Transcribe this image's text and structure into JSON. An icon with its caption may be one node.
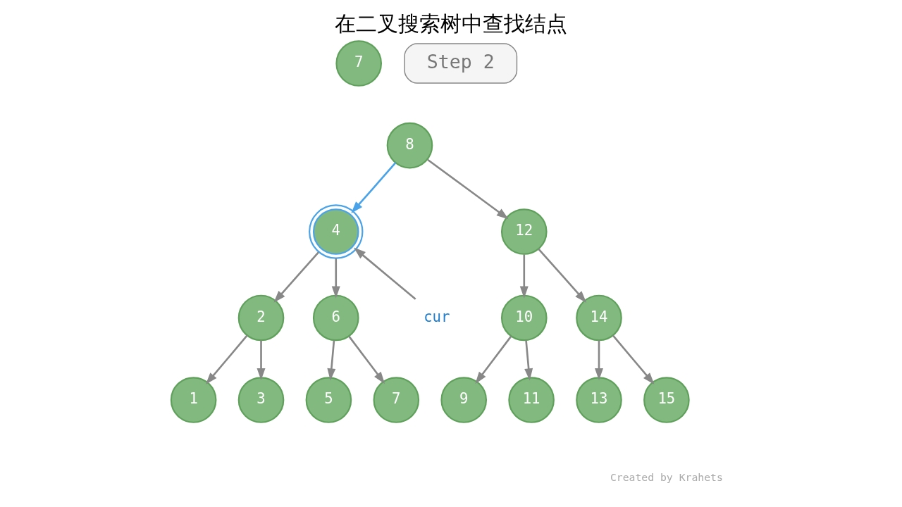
{
  "diagram": {
    "title": "在二叉搜索树中查找结点",
    "nodes": [
      {
        "text": [
          "7"
        ]
      },
      {
        "text": [
          "8"
        ]
      },
      {
        "text": [
          "4"
        ]
      },
      {
        "text": [
          "12"
        ]
      },
      {
        "text": [
          "2"
        ]
      },
      {
        "text": [
          "6"
        ]
      },
      {
        "text": [
          "10"
        ]
      },
      {
        "text": [
          "14"
        ]
      },
      {
        "text": [
          "1"
        ]
      },
      {
        "text": [
          "3"
        ]
      },
      {
        "text": [
          "5"
        ]
      },
      {
        "text": [
          "7"
        ]
      },
      {
        "text": [
          "9"
        ]
      },
      {
        "text": [
          "11"
        ]
      },
      {
        "text": [
          "13"
        ]
      },
      {
        "text": [
          "15"
        ]
      },
      {
        "text": [
          "cur"
        ]
      },
      {
        "text": [
          "Step 2"
        ]
      }
    ],
    "edges": [
      {
        "from": 1,
        "to": 2,
        "arrow": "to",
        "color": "#4aa3e8"
      },
      {
        "from": 1,
        "to": 3,
        "arrow": "to"
      },
      {
        "from": 2,
        "to": 4,
        "arrow": "to"
      },
      {
        "from": 2,
        "to": 5,
        "arrow": "to"
      },
      {
        "from": 3,
        "to": 6,
        "arrow": "to"
      },
      {
        "from": 3,
        "to": 7,
        "arrow": "to"
      },
      {
        "from": 4,
        "to": 8,
        "arrow": "to"
      },
      {
        "from": 4,
        "to": 9,
        "arrow": "to"
      },
      {
        "from": 5,
        "to": 10,
        "arrow": "to"
      },
      {
        "from": 5,
        "to": 11,
        "arrow": "to"
      },
      {
        "from": 6,
        "to": 12,
        "arrow": "to"
      },
      {
        "from": 6,
        "to": 13,
        "arrow": "to"
      },
      {
        "from": 7,
        "to": 14,
        "arrow": "to"
      },
      {
        "from": 7,
        "to": 15,
        "arrow": "to"
      },
      {
        "from": 16,
        "to": 2,
        "arrow": "to"
      }
    ],
    "labels": [
      "Created by Krahets"
    ]
  }
}
